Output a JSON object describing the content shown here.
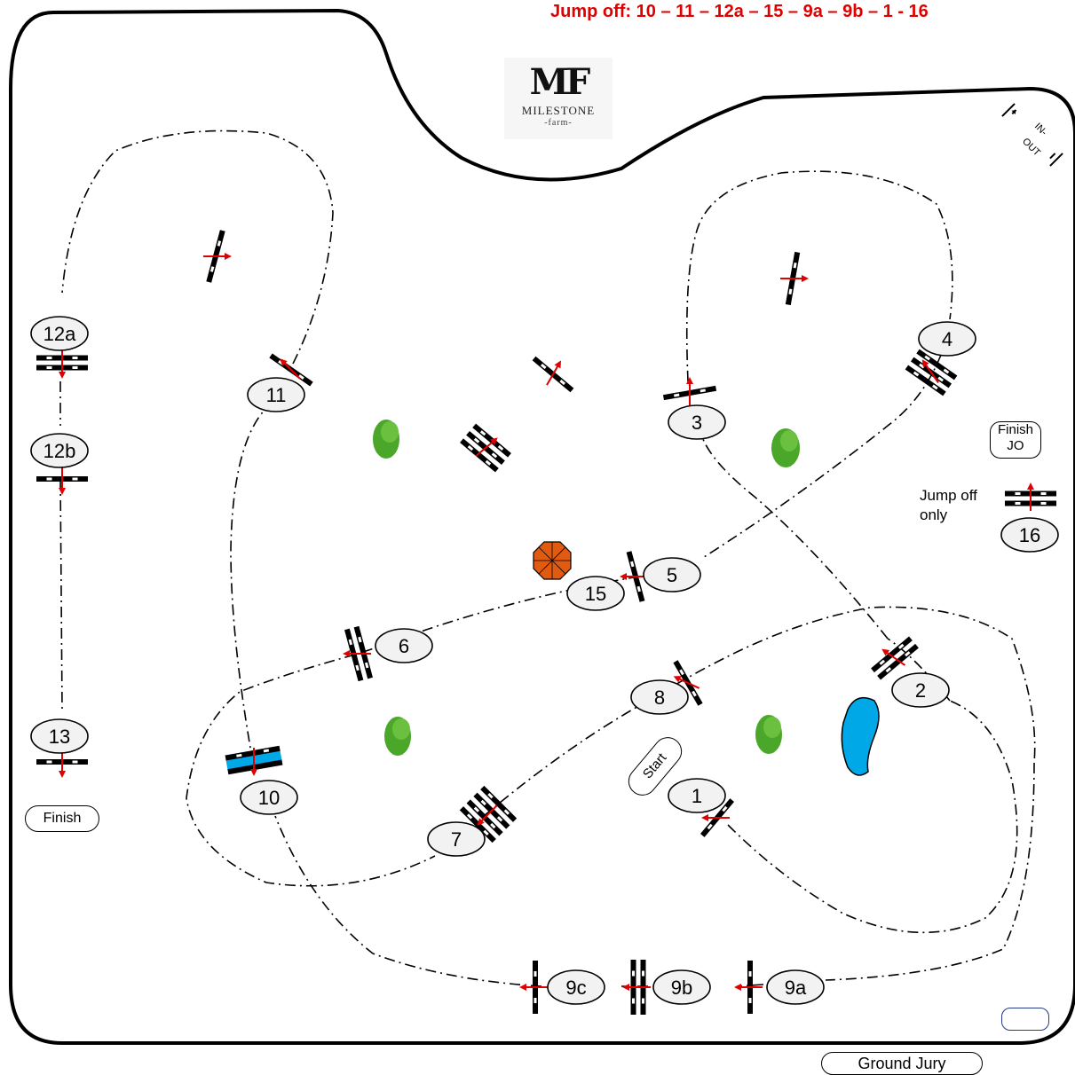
{
  "header": {
    "jump_off_text": "Jump off: 10 – 11 – 12a – 15 – 9a – 9b – 1 - 16"
  },
  "logo": {
    "mark": "MF",
    "name": "MILESTONE",
    "sub": "-farm-"
  },
  "entrance": {
    "in_label": "IN-",
    "out_label": "OUT"
  },
  "labels": {
    "start": "Start",
    "finish": "Finish",
    "finish_jo": [
      "Finish",
      "JO"
    ],
    "jump_off_only": [
      "Jump off",
      "only"
    ],
    "ground_jury": "Ground Jury"
  },
  "obstacles": [
    {
      "number": "1"
    },
    {
      "number": "2"
    },
    {
      "number": "3"
    },
    {
      "number": "4"
    },
    {
      "number": "5"
    },
    {
      "number": "6"
    },
    {
      "number": "7"
    },
    {
      "number": "8"
    },
    {
      "number": "9a"
    },
    {
      "number": "9b"
    },
    {
      "number": "9c"
    },
    {
      "number": "10"
    },
    {
      "number": "11"
    },
    {
      "number": "12a"
    },
    {
      "number": "12b"
    },
    {
      "number": "13"
    },
    {
      "number": "15"
    },
    {
      "number": "16"
    }
  ],
  "colors": {
    "headline": "#e00000",
    "direction_arrow": "#e00000",
    "water": "#00a8e8",
    "bush": "#4aa72a",
    "umbrella": "#e05a10",
    "pole": "#000000"
  }
}
